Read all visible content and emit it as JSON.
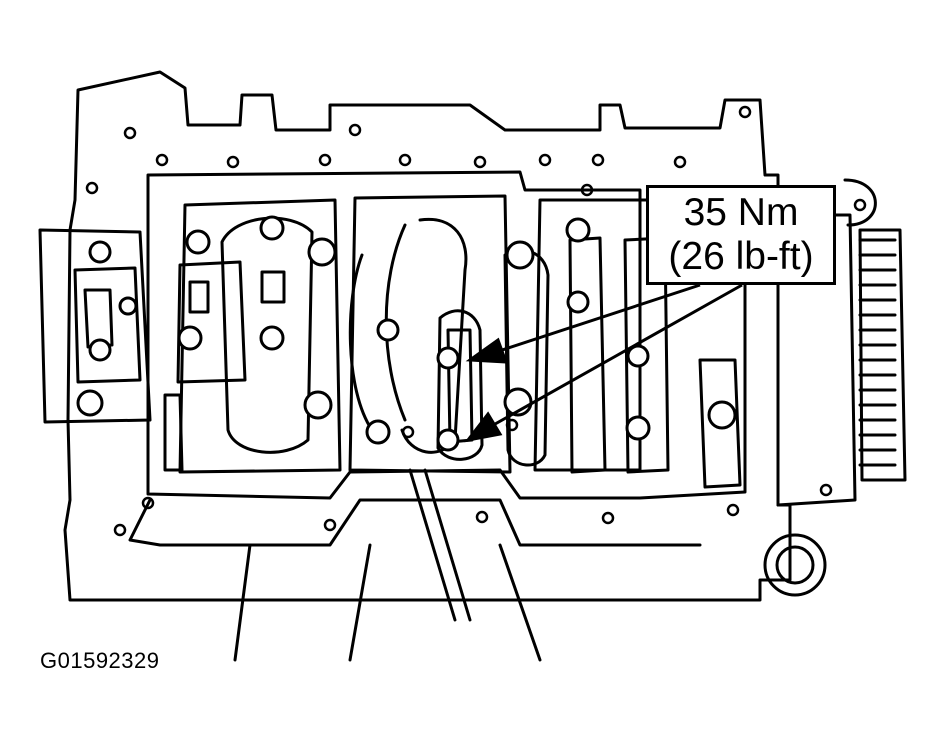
{
  "callout": {
    "metric": "35 Nm",
    "imperial": "(26 lb-ft)"
  },
  "figure_id": "G01592329",
  "colors": {
    "ink": "#000000",
    "paper": "#ffffff"
  }
}
